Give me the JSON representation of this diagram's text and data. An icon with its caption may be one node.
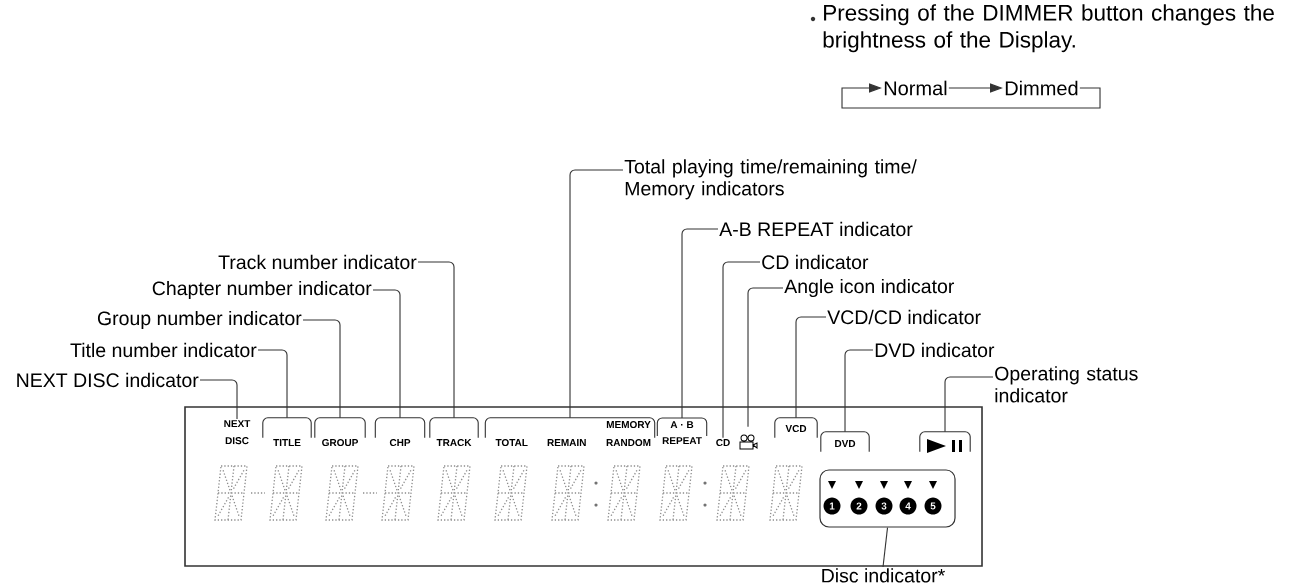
{
  "diagram": {
    "nodes": [
      {
        "text": [
          "Normal"
        ]
      },
      {
        "text": [
          "Dimmed"
        ]
      },
      {
        "text": [
          "Total playing time/remaining time/ Memory indicators"
        ]
      },
      {
        "text": [
          "A-B REPEAT indicator"
        ]
      },
      {
        "text": [
          "Track number indicator"
        ]
      },
      {
        "text": [
          "CD indicator"
        ]
      },
      {
        "text": [
          "Chapter number indicator"
        ]
      },
      {
        "text": [
          "Angle icon indicator"
        ]
      },
      {
        "text": [
          "Group number indicator"
        ]
      },
      {
        "text": [
          "VCD/CD indicator"
        ]
      },
      {
        "text": [
          "Title number indicator"
        ]
      },
      {
        "text": [
          "DVD indicator"
        ]
      },
      {
        "text": [
          "NEXT DISC indicator"
        ]
      },
      {
        "text": [
          "Operating status indicator"
        ]
      },
      {
        "text": [],
        "shape": "box"
      },
      {
        "text": [
          "NEXT DISC"
        ],
        "in": 14
      },
      {
        "text": [
          "TITLE"
        ],
        "in": 14
      },
      {
        "text": [
          "GROUP"
        ],
        "in": 14
      },
      {
        "text": [
          "CHP"
        ],
        "in": 14
      },
      {
        "text": [
          "TRACK"
        ],
        "in": 14
      },
      {
        "text": [
          "TOTAL",
          "REMAIN",
          "MEMORY RANDOM"
        ],
        "in": 14
      },
      {
        "text": [
          "A · B",
          "REPEAT"
        ],
        "in": 14
      },
      {
        "text": [
          "CD"
        ],
        "in": 14
      },
      {
        "text": [],
        "shape": "camera",
        "in": 14
      },
      {
        "text": [
          "VCD"
        ],
        "in": 14
      },
      {
        "text": [
          "DVD"
        ],
        "in": 14
      },
      {
        "text": [],
        "shape": "box",
        "in": 14
      },
      {
        "text": [],
        "shape": "box",
        "in": 14
      },
      {
        "text": [
          "1"
        ],
        "in": 27
      },
      {
        "text": [
          "2"
        ],
        "in": 27
      },
      {
        "text": [
          "3"
        ],
        "in": 27
      },
      {
        "text": [
          "4"
        ],
        "in": 27
      },
      {
        "text": [
          "5"
        ],
        "in": 27
      },
      {
        "text": [
          "Disc indicator*"
        ]
      }
    ],
    "edges": [
      {
        "from": 0,
        "to": 1,
        "arrow": "to"
      },
      {
        "from": 1,
        "to": 0,
        "arrow": "to"
      },
      {
        "from": 12,
        "to": 15,
        "arrow": "none"
      },
      {
        "from": 10,
        "to": 16,
        "arrow": "none"
      },
      {
        "from": 8,
        "to": 17,
        "arrow": "none"
      },
      {
        "from": 6,
        "to": 18,
        "arrow": "none"
      },
      {
        "from": 4,
        "to": 19,
        "arrow": "none"
      },
      {
        "from": 2,
        "to": 20,
        "arrow": "none"
      },
      {
        "from": 3,
        "to": 21,
        "arrow": "none"
      },
      {
        "from": 5,
        "to": 22,
        "arrow": "none"
      },
      {
        "from": 7,
        "to": 23,
        "arrow": "none"
      },
      {
        "from": 9,
        "to": 24,
        "arrow": "none"
      },
      {
        "from": 11,
        "to": 25,
        "arrow": "none"
      },
      {
        "from": 13,
        "to": 26,
        "arrow": "none"
      },
      {
        "from": 33,
        "to": 27,
        "arrow": "none"
      }
    ],
    "labels": [
      "Pressing of the DIMMER button changes the brightness of the Display."
    ]
  }
}
